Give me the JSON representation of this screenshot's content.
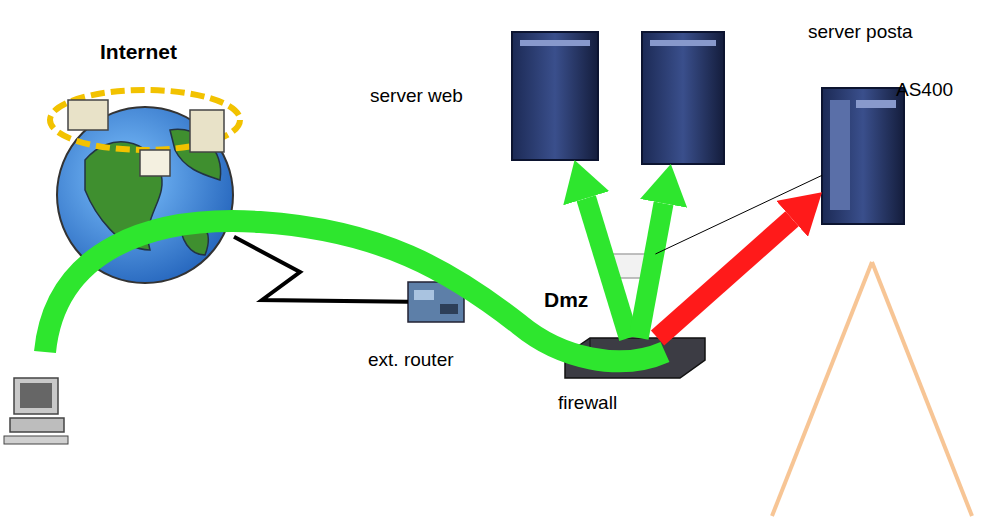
{
  "diagram": {
    "nodes": [
      {
        "text": [
          "Internet"
        ]
      },
      {
        "text": [
          "server web"
        ]
      },
      {
        "text": [
          "server posta"
        ]
      },
      {
        "text": [
          "AS400"
        ]
      },
      {
        "text": [
          "ext. router"
        ]
      },
      {
        "text": [
          "Dmz"
        ]
      },
      {
        "text": [
          "firewall"
        ]
      }
    ],
    "edges": [
      {
        "from": 0,
        "to": 4,
        "arrow": "none"
      },
      {
        "from": 6,
        "to": 1,
        "arrow": "to"
      },
      {
        "from": 6,
        "to": 2,
        "arrow": "to"
      },
      {
        "from": 6,
        "to": 3,
        "arrow": "to"
      },
      {
        "from": 5,
        "to": 3,
        "arrow": "none"
      }
    ]
  }
}
